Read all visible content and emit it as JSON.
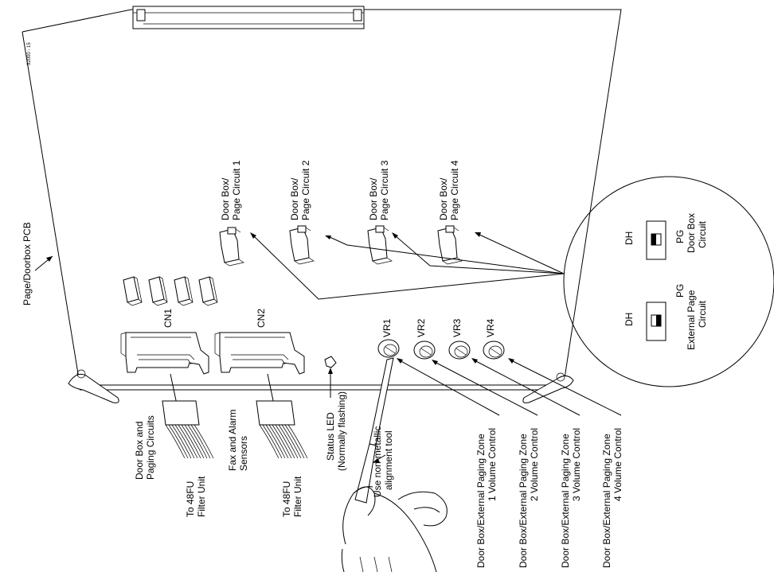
{
  "figure_code": "92000 - 15",
  "board_label": "Page/Doorbox PCB",
  "connectors": {
    "cn1": "CN1",
    "cn2": "CN2"
  },
  "cable_labels": {
    "cn1_function": [
      "Door Box and",
      "Paging Circuits"
    ],
    "cn1_dest": [
      "To 48FU",
      "Filter Unit"
    ],
    "cn2_function": [
      "Fax and Alarm",
      "Sensors"
    ],
    "cn2_dest": [
      "To 48FU",
      "Filter Unit"
    ]
  },
  "status_led": [
    "Status LED",
    "(Normally flashing)"
  ],
  "tool_note": [
    "Use non-metallic",
    "alignment tool"
  ],
  "switch_labels": [
    [
      "Door Box/",
      "Page Circuit 1"
    ],
    [
      "Door Box/",
      "Page Circuit 2"
    ],
    [
      "Door Box/",
      "Page Circuit 3"
    ],
    [
      "Door Box/",
      "Page Circuit 4"
    ]
  ],
  "volume_controls": [
    "VR1",
    "VR2",
    "VR3",
    "VR4"
  ],
  "zone_labels": [
    [
      "Door Box/External Paging Zone",
      "1 Volume Control"
    ],
    [
      "Door Box/External Paging Zone",
      "2 Volume Control"
    ],
    [
      "Door Box/External Paging Zone",
      "3 Volume Control"
    ],
    [
      "Door Box/External Paging Zone",
      "4 Volume Control"
    ]
  ],
  "detail": {
    "dh": "DH",
    "pg": "PG",
    "setting_a": [
      "Door Box",
      "Circuit"
    ],
    "setting_b": [
      "External Page",
      "Circuit"
    ]
  }
}
